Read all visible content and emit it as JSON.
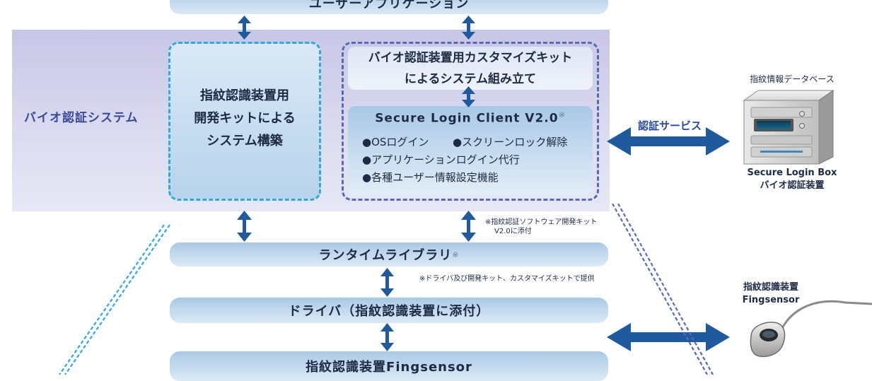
{
  "top_bar": {
    "label": "ユーザーアプリケーション"
  },
  "biometric_system": {
    "label": "バイオ認証システム"
  },
  "devkit_box": {
    "line1": "指紋認識装置用",
    "line2": "開発キットによる",
    "line3": "システム構築"
  },
  "custom_kit_box": {
    "line1": "バイオ認証装置用カスタマイズキット",
    "line2": "によるシステム組み立て"
  },
  "secure_login_client": {
    "title": "Secure Login Client V2.0",
    "title_mark": "※",
    "feature_os": "●OSログイン",
    "feature_unlock": "●スクリーンロック解除",
    "feature_app": "●アプリケーションログイン代行",
    "feature_user": "●各種ユーザー情報設定機能"
  },
  "note_sdk": {
    "line1": "※指紋認証ソフトウェア開発キット",
    "line2": "V2.0に添付"
  },
  "runtime_bar": {
    "label": "ランタイムライブラリ",
    "mark": "※"
  },
  "note_provide": {
    "text": "※ドライバ及び開発キット、カスタマイズキットで提供"
  },
  "driver_bar": {
    "label": "ドライバ（指紋認識装置に添付）"
  },
  "fingsensor_bar": {
    "label": "指紋認識装置Fingsensor"
  },
  "auth_service": {
    "label": "認証サービス"
  },
  "database": {
    "caption": "指紋情報データベース",
    "name_line1": "Secure Login Box",
    "name_line2": "バイオ認証装置"
  },
  "fingsensor_device": {
    "line1": "指紋認識装置",
    "line2": "Fingsensor"
  },
  "colors": {
    "arrow": "#1f5a9e",
    "band": "#c8c6e6",
    "bar": "#a9c9e6",
    "cyan_dash": "#2fa9de",
    "blue_dash": "#5a69b5"
  }
}
